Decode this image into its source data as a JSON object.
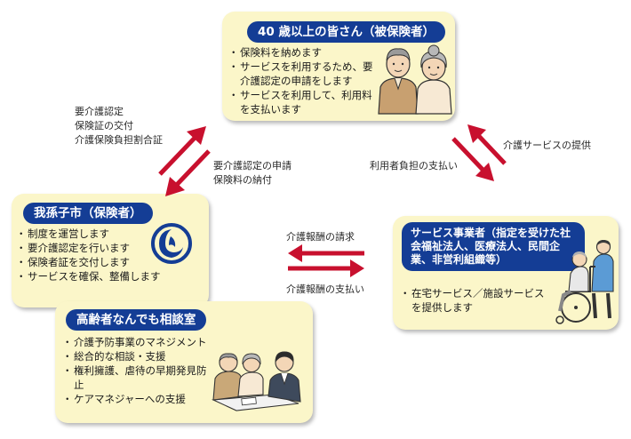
{
  "insured": {
    "title": "40 歳以上の皆さん（被保険者）",
    "items": [
      "保険料を納めます",
      "サービスを利用するため、要介護認定の申請をします",
      "サービスを利用して、利用料を支払います"
    ]
  },
  "municipality": {
    "title": "我孫子市（保険者）",
    "items": [
      "制度を運営します",
      "要介護認定を行います",
      "保険者証を交付します",
      "サービスを確保、整備します"
    ]
  },
  "consult": {
    "title": "高齢者なんでも相談室",
    "items": [
      "介護予防事業のマネジメント",
      "総合的な相談・支援",
      "権利擁護、虐待の早期発見防止",
      "ケアマネジャーへの支援"
    ]
  },
  "provider": {
    "title": "サービス事業者（指定を受けた社会福祉法人、医療法人、民間企業、非営利組織等）",
    "items": [
      "在宅サービス／施設サービスを提供します"
    ]
  },
  "flows": {
    "city_to_insured": [
      "要介護認定",
      "保険証の交付",
      "介護保険負担割合証"
    ],
    "insured_to_city": [
      "要介護認定の申請",
      "保険料の納付"
    ],
    "provider_to_insured": "介護サービスの提供",
    "insured_to_provider": "利用者負担の支払い",
    "provider_to_city": "介護報酬の請求",
    "city_to_provider": "介護報酬の支払い"
  },
  "colors": {
    "box_fill": "#fbf6c9",
    "title_fill": "#143d95",
    "arrow": "#c8102e"
  }
}
